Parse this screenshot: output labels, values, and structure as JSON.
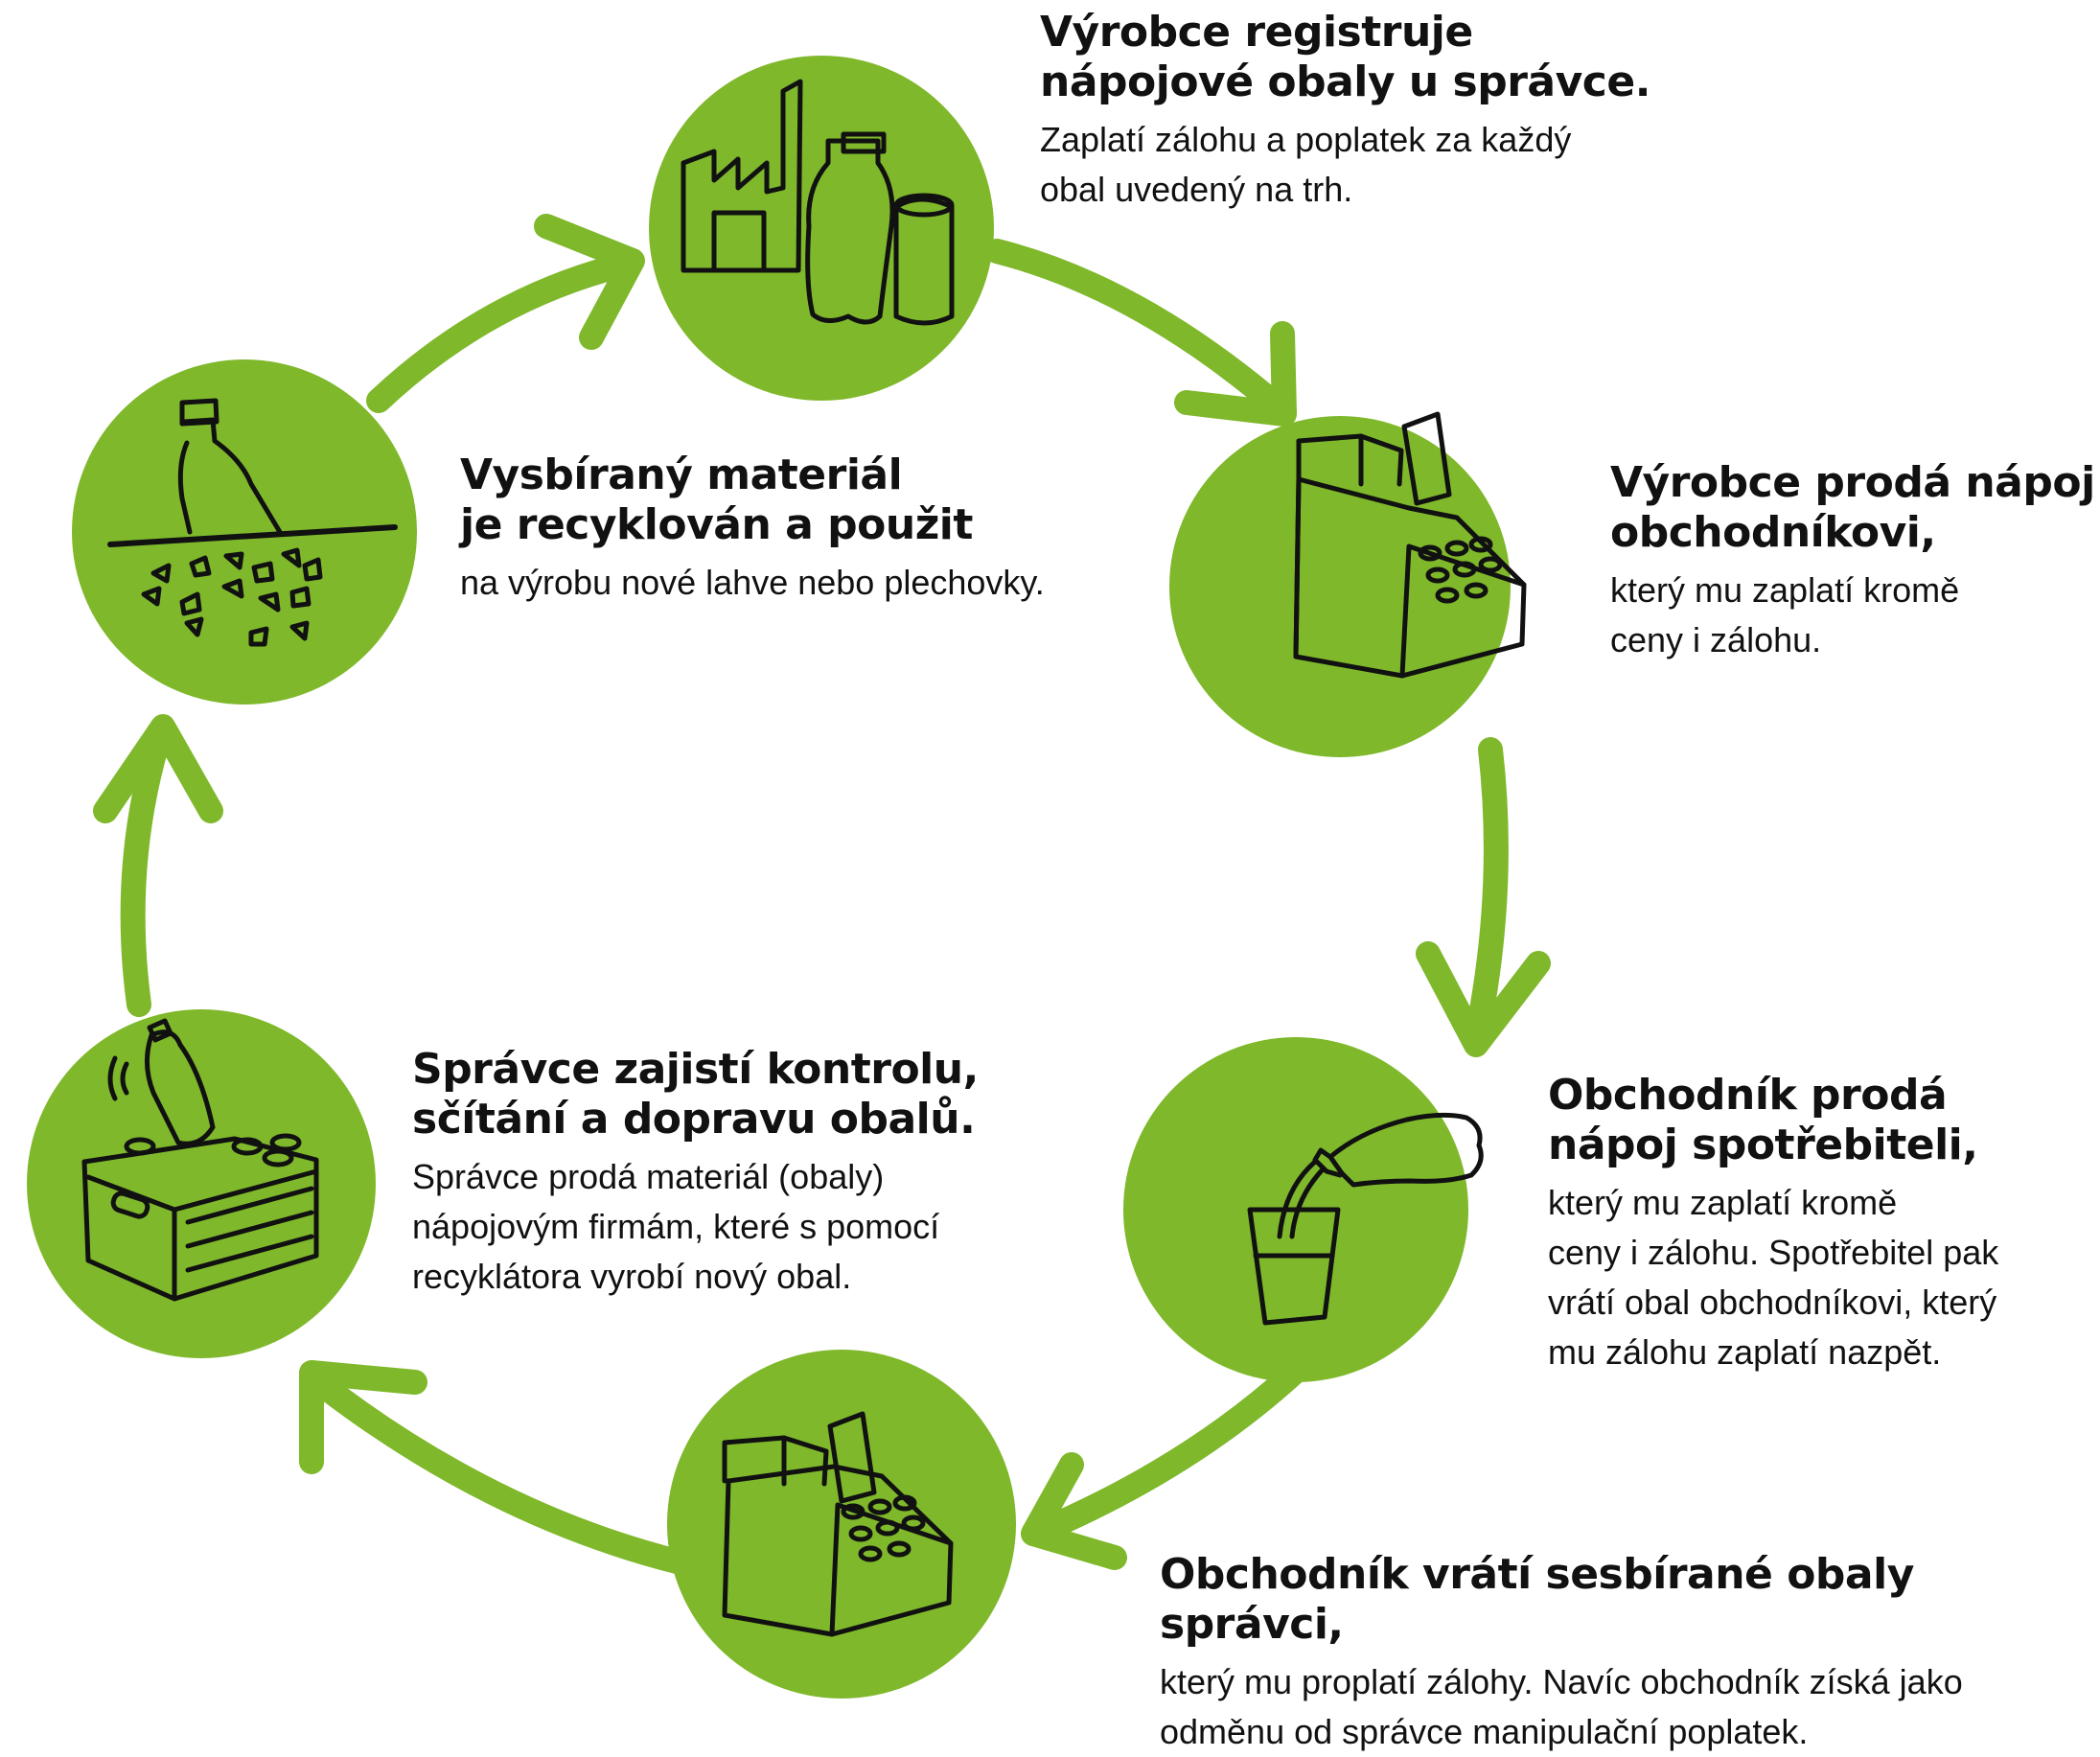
{
  "colors": {
    "accent": "#7fb82b",
    "ink": "#111111",
    "background": "#ffffff"
  },
  "steps": [
    {
      "id": "producer",
      "icon": "factory-bottle-can-icon",
      "title_lines": [
        "Výrobce registruje",
        "nápojové obaly u správce."
      ],
      "desc_lines": [
        "Zaplatí zálohu a poplatek za každý",
        "obal uvedený na trh."
      ]
    },
    {
      "id": "producer-sells",
      "icon": "cash-register-icon",
      "title_lines": [
        "Výrobce prodá nápoj",
        "obchodníkovi,"
      ],
      "desc_lines": [
        "který mu zaplatí kromě",
        "ceny i zálohu."
      ]
    },
    {
      "id": "retailer-sells",
      "icon": "pouring-bottle-glass-icon",
      "title_lines": [
        "Obchodník prodá",
        "nápoj spotřebiteli,"
      ],
      "desc_lines": [
        "který mu zaplatí kromě",
        "ceny i zálohu. Spotřebitel pak",
        "vrátí obal obchodníkovi, který",
        "mu zálohu zaplatí nazpět."
      ]
    },
    {
      "id": "retailer-returns",
      "icon": "cash-register-icon",
      "title_lines": [
        "Obchodník vrátí sesbírané obaly správci,"
      ],
      "desc_lines": [
        "který mu proplatí zálohy. Navíc obchodník získá jako",
        "odměnu od správce manipulační poplatek."
      ]
    },
    {
      "id": "administrator",
      "icon": "crate-bottle-icon",
      "title_lines": [
        "Správce zajistí kontrolu,",
        "sčítání a dopravu obalů."
      ],
      "desc_lines": [
        "Správce prodá materiál (obaly)",
        "nápojovým firmám, které s pomocí",
        "recyklátora vyrobí nový obal."
      ]
    },
    {
      "id": "recycling",
      "icon": "bottle-shredding-icon",
      "title_lines": [
        "Vysbíraný materiál",
        "je recyklován a použit"
      ],
      "desc_lines": [
        "na výrobu nové lahve nebo plechovky."
      ]
    }
  ]
}
